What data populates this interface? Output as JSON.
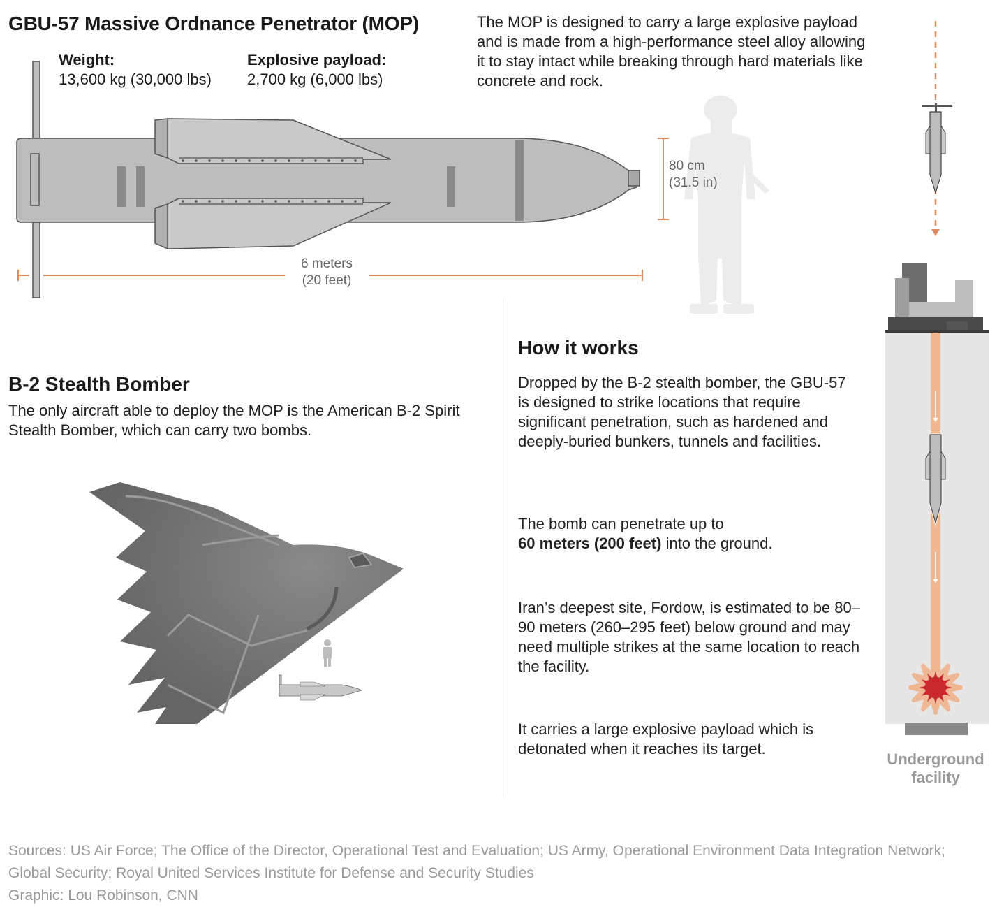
{
  "header": {
    "title": "GBU-57 Massive Ordnance Penetrator (MOP)",
    "description": "The MOP is designed to carry a large explosive payload and is made from a high-performance steel alloy allowing it to stay intact while breaking through hard materials like concrete and rock."
  },
  "stats": {
    "weight_label": "Weight:",
    "weight_value": "13,600 kg (30,000 lbs)",
    "payload_label": "Explosive payload:",
    "payload_value": "2,700 kg (6,000 lbs)"
  },
  "dimensions": {
    "length_line1": "6 meters",
    "length_line2": "(20 feet)",
    "diameter_line1": "80 cm",
    "diameter_line2": "(31.5 in)"
  },
  "bomber": {
    "title": "B-2 Stealth Bomber",
    "description": "The only aircraft able to deploy the MOP is the American B-2 Spirit Stealth Bomber, which can carry two bombs."
  },
  "how_it_works": {
    "title": "How it works",
    "p1": "Dropped by the B-2 stealth bomber, the GBU-57 is designed to strike locations that require significant penetration, such as hardened and deeply-buried bunkers, tunnels and facilities.",
    "p2_prefix": "The bomb can penetrate up to",
    "p2_bold": "60 meters (200 feet)",
    "p2_suffix": " into the ground.",
    "p3": "Iran’s deepest site, Fordow, is estimated to be 80–90 meters (260–295 feet) below ground and may need multiple strikes at the same location to reach the facility.",
    "p4": "It carries a large explosive payload which is detonated when it reaches its target."
  },
  "facility": {
    "label_line1": "Underground",
    "label_line2": "facility"
  },
  "footer": {
    "sources": "Sources: US Air Force; The Office of the Director, Operational Test and Evaluation; US Army, Operational Environment Data Integration Network; Global Security; Royal United Services Institute for Defense and Security Studies",
    "credit": "Graphic: Lou Robinson, CNN"
  },
  "colors": {
    "accent_orange": "#e08a5c",
    "bomb_gray": "#bdbdbd",
    "silhouette_gray": "#ececec",
    "explosion_red": "#c8282a"
  }
}
